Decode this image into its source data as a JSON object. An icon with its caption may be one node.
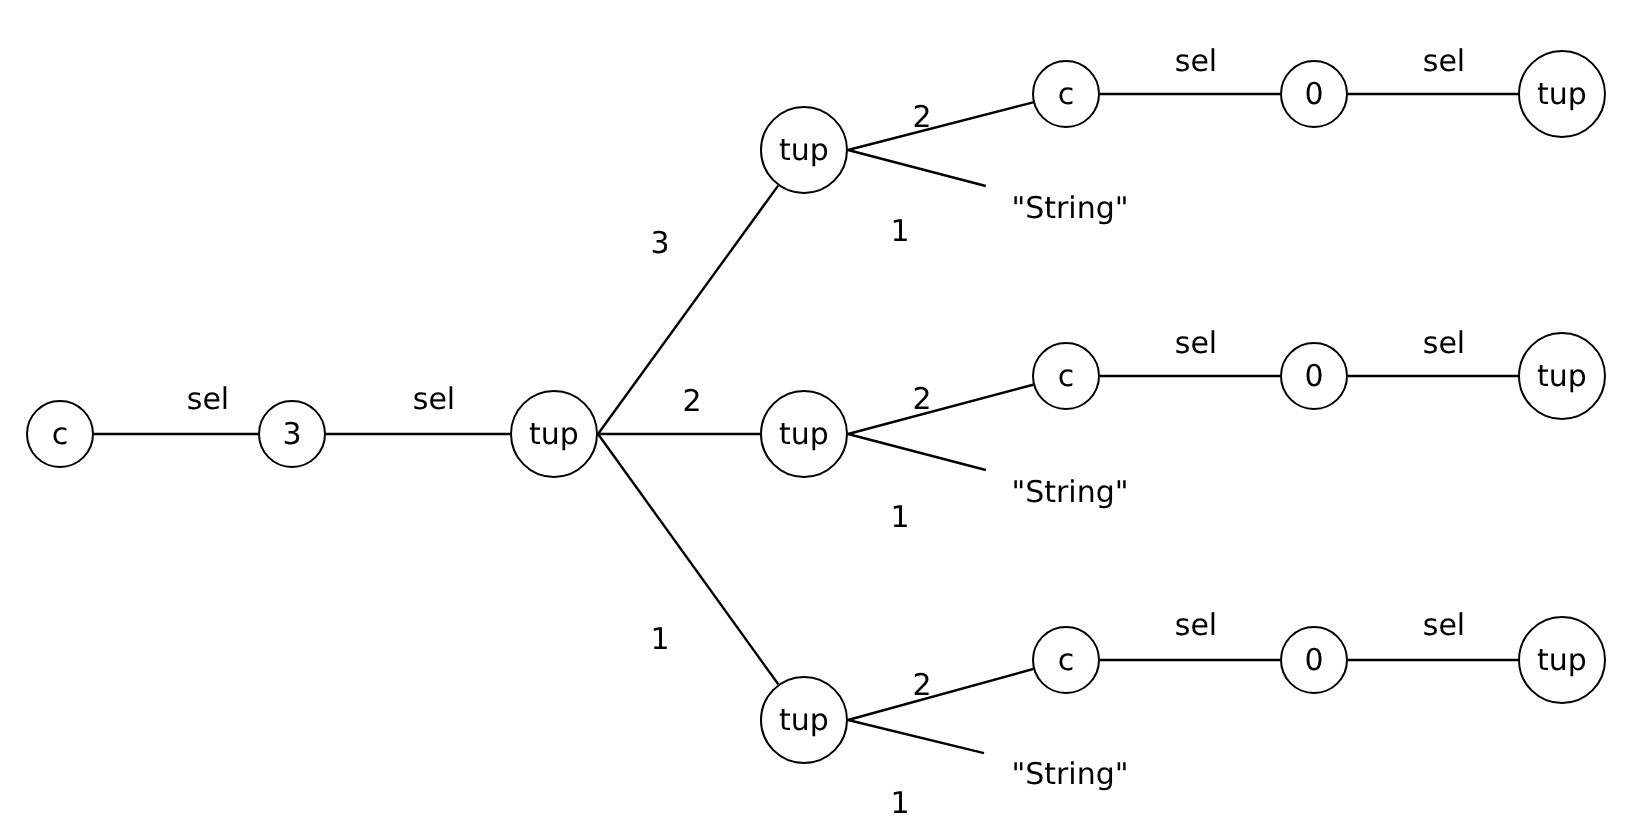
{
  "diagram": {
    "nodes": [
      {
        "text": [
          "c"
        ]
      },
      {
        "text": [
          "3"
        ]
      },
      {
        "text": [
          "tup"
        ]
      },
      {
        "text": [
          "tup"
        ]
      },
      {
        "text": [
          "c"
        ]
      },
      {
        "text": [
          "0"
        ]
      },
      {
        "text": [
          "tup"
        ]
      },
      {
        "text": [
          "\"String\""
        ]
      },
      {
        "text": [
          "tup"
        ]
      },
      {
        "text": [
          "c"
        ]
      },
      {
        "text": [
          "0"
        ]
      },
      {
        "text": [
          "tup"
        ]
      },
      {
        "text": [
          "\"String\""
        ]
      },
      {
        "text": [
          "tup"
        ]
      },
      {
        "text": [
          "c"
        ]
      },
      {
        "text": [
          "0"
        ]
      },
      {
        "text": [
          "tup"
        ]
      },
      {
        "text": [
          "\"String\""
        ]
      }
    ],
    "edges": [
      {
        "from": 0,
        "to": 1,
        "arrow": "none",
        "label": "sel"
      },
      {
        "from": 1,
        "to": 2,
        "arrow": "none",
        "label": "sel"
      },
      {
        "from": 2,
        "to": 3,
        "arrow": "none",
        "label": "3"
      },
      {
        "from": 2,
        "to": 8,
        "arrow": "none",
        "label": "2"
      },
      {
        "from": 2,
        "to": 13,
        "arrow": "none",
        "label": "1"
      },
      {
        "from": 3,
        "to": 4,
        "arrow": "none",
        "label": "2"
      },
      {
        "from": 3,
        "to": 7,
        "arrow": "none",
        "label": "1"
      },
      {
        "from": 4,
        "to": 5,
        "arrow": "none",
        "label": "sel"
      },
      {
        "from": 5,
        "to": 6,
        "arrow": "none",
        "label": "sel"
      },
      {
        "from": 8,
        "to": 9,
        "arrow": "none",
        "label": "2"
      },
      {
        "from": 8,
        "to": 12,
        "arrow": "none",
        "label": "1"
      },
      {
        "from": 9,
        "to": 10,
        "arrow": "none",
        "label": "sel"
      },
      {
        "from": 10,
        "to": 11,
        "arrow": "none",
        "label": "sel"
      },
      {
        "from": 13,
        "to": 14,
        "arrow": "none",
        "label": "2"
      },
      {
        "from": 13,
        "to": 17,
        "arrow": "none",
        "label": "1"
      },
      {
        "from": 14,
        "to": 15,
        "arrow": "none",
        "label": "sel"
      },
      {
        "from": 15,
        "to": 16,
        "arrow": "none",
        "label": "sel"
      }
    ]
  }
}
